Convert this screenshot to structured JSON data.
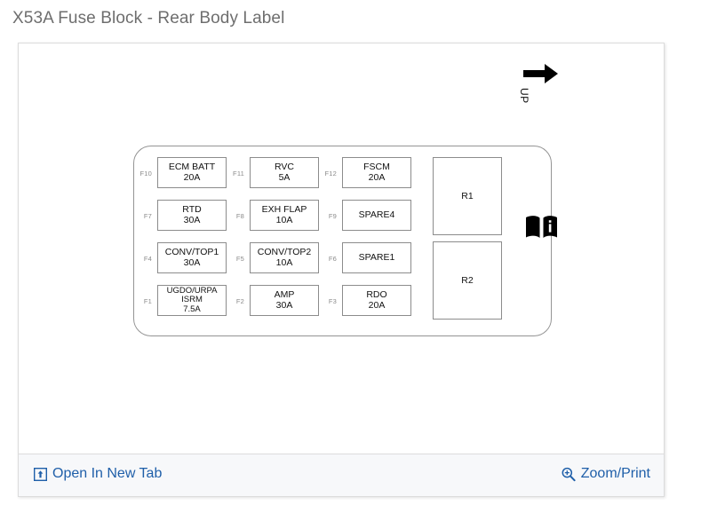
{
  "page": {
    "title": "X53A Fuse Block - Rear Body Label"
  },
  "diagram": {
    "orientation_marker": {
      "icon": "right-arrow-icon",
      "label": "UP"
    },
    "manual_icon": "open-book-info-icon",
    "fuses": [
      {
        "pin": "F10",
        "lines": [
          "ECM BATT",
          "20A"
        ],
        "col": 0,
        "row": 0
      },
      {
        "pin": "F11",
        "lines": [
          "RVC",
          "5A"
        ],
        "col": 1,
        "row": 0
      },
      {
        "pin": "F12",
        "lines": [
          "FSCM",
          "20A"
        ],
        "col": 2,
        "row": 0
      },
      {
        "pin": "F7",
        "lines": [
          "RTD",
          "30A"
        ],
        "col": 0,
        "row": 1
      },
      {
        "pin": "F8",
        "lines": [
          "EXH FLAP",
          "10A"
        ],
        "col": 1,
        "row": 1
      },
      {
        "pin": "F9",
        "lines": [
          "SPARE4"
        ],
        "col": 2,
        "row": 1
      },
      {
        "pin": "F4",
        "lines": [
          "CONV/TOP1",
          "30A"
        ],
        "col": 0,
        "row": 2
      },
      {
        "pin": "F5",
        "lines": [
          "CONV/TOP2",
          "10A"
        ],
        "col": 1,
        "row": 2
      },
      {
        "pin": "F6",
        "lines": [
          "SPARE1"
        ],
        "col": 2,
        "row": 2
      },
      {
        "pin": "F1",
        "lines": [
          "UGDO/URPA",
          "ISRM",
          "7.5A"
        ],
        "col": 0,
        "row": 3
      },
      {
        "pin": "F2",
        "lines": [
          "AMP",
          "30A"
        ],
        "col": 1,
        "row": 3
      },
      {
        "pin": "F3",
        "lines": [
          "RDO",
          "20A"
        ],
        "col": 2,
        "row": 3
      }
    ],
    "relays": [
      {
        "label": "R1",
        "row": 0
      },
      {
        "label": "R2",
        "row": 1
      }
    ]
  },
  "footer": {
    "open_in_new_tab": {
      "label": "Open In New Tab",
      "icon": "external-window-icon"
    },
    "zoom_print": {
      "label": "Zoom/Print",
      "icon": "magnifier-plus-icon"
    }
  },
  "colors": {
    "link": "#1f5fa9",
    "title": "#6e6e6e",
    "border": "#dcdcdc",
    "footer_bg": "#f7f8fa",
    "slot_border": "#8c8c8c",
    "pin_text": "#8a8a8a"
  }
}
